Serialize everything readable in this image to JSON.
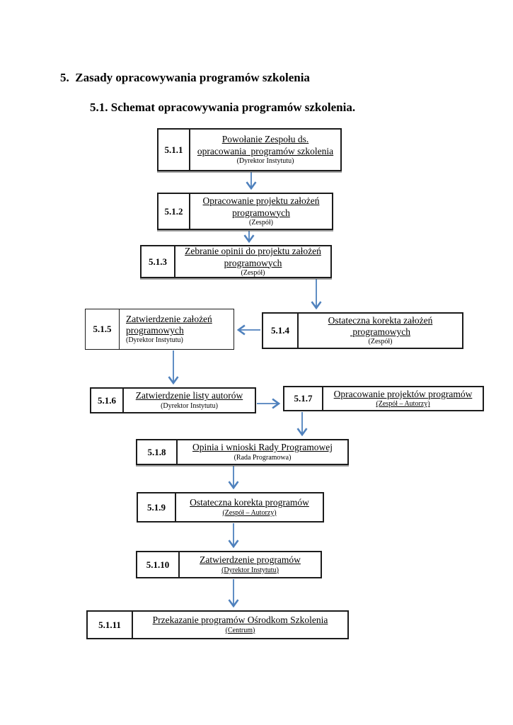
{
  "document": {
    "heading_section": "5.  Zasady opracowywania programów szkolenia",
    "heading_subsection": "5.1. Schemat opracowywania programów szkolenia."
  },
  "flowchart": {
    "arrow_color": "#4F81BD",
    "box_border_color": "#1c1c1c",
    "nodes": [
      {
        "id": "5.1.1",
        "title": "Powołanie Zespołu ds.\nopracowania  programów szkolenia",
        "subtitle": "(Dyrektor Instytutu)"
      },
      {
        "id": "5.1.2",
        "title": "Opracowanie projektu założeń\nprogramowych",
        "subtitle": "(Zespół)"
      },
      {
        "id": "5.1.3",
        "title": "Zebranie opinii do projektu założeń\nprogramowych",
        "subtitle": "(Zespół)"
      },
      {
        "id": "5.1.4",
        "title": "Ostateczna korekta założeń\n programowych",
        "subtitle": "(Zespół)"
      },
      {
        "id": "5.1.5",
        "title": "Zatwierdzenie założeń\nprogramowych",
        "subtitle": "(Dyrektor Instytutu)"
      },
      {
        "id": "5.1.6",
        "title": "Zatwierdzenie listy autorów",
        "subtitle": "(Dyrektor Instytutu)"
      },
      {
        "id": "5.1.7",
        "title": "Opracowanie projektów programów",
        "subtitle": "(Zespół – Autorzy)"
      },
      {
        "id": "5.1.8",
        "title": "Opinia i wnioski Rady Programowej",
        "subtitle": "(Rada Programowa)"
      },
      {
        "id": "5.1.9",
        "title": "Ostateczna korekta programów",
        "subtitle": "(Zespół – Autorzy)"
      },
      {
        "id": "5.1.10",
        "title": "Zatwierdzenie programów",
        "subtitle": "(Dyrektor Instytutu)"
      },
      {
        "id": "5.1.11",
        "title": "Przekazanie programów Ośrodkom Szkolenia",
        "subtitle": "(Centrum)"
      }
    ],
    "edges": [
      {
        "from": "5.1.1",
        "to": "5.1.2"
      },
      {
        "from": "5.1.2",
        "to": "5.1.3"
      },
      {
        "from": "5.1.3",
        "to": "5.1.4"
      },
      {
        "from": "5.1.4",
        "to": "5.1.5"
      },
      {
        "from": "5.1.5",
        "to": "5.1.6"
      },
      {
        "from": "5.1.6",
        "to": "5.1.7"
      },
      {
        "from": "5.1.7",
        "to": "5.1.8"
      },
      {
        "from": "5.1.8",
        "to": "5.1.9"
      },
      {
        "from": "5.1.9",
        "to": "5.1.10"
      },
      {
        "from": "5.1.10",
        "to": "5.1.11"
      }
    ]
  }
}
